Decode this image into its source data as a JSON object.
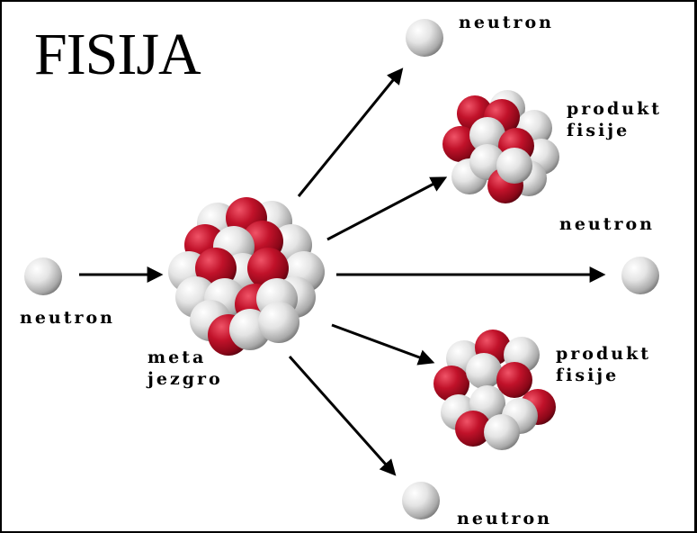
{
  "title": "FISIJA",
  "labels": {
    "incoming_neutron": "neutron",
    "target_nucleus": [
      "meta",
      "jezgro"
    ],
    "neutron_top": "neutron",
    "product_top": [
      "produkt",
      "fisije"
    ],
    "neutron_right": "neutron",
    "product_bottom": [
      "produkt",
      "fisije"
    ],
    "neutron_bottom": "neutron"
  },
  "colors": {
    "proton": "#c1122a",
    "neutron": "#d9d9d9",
    "arrow": "#000000"
  }
}
